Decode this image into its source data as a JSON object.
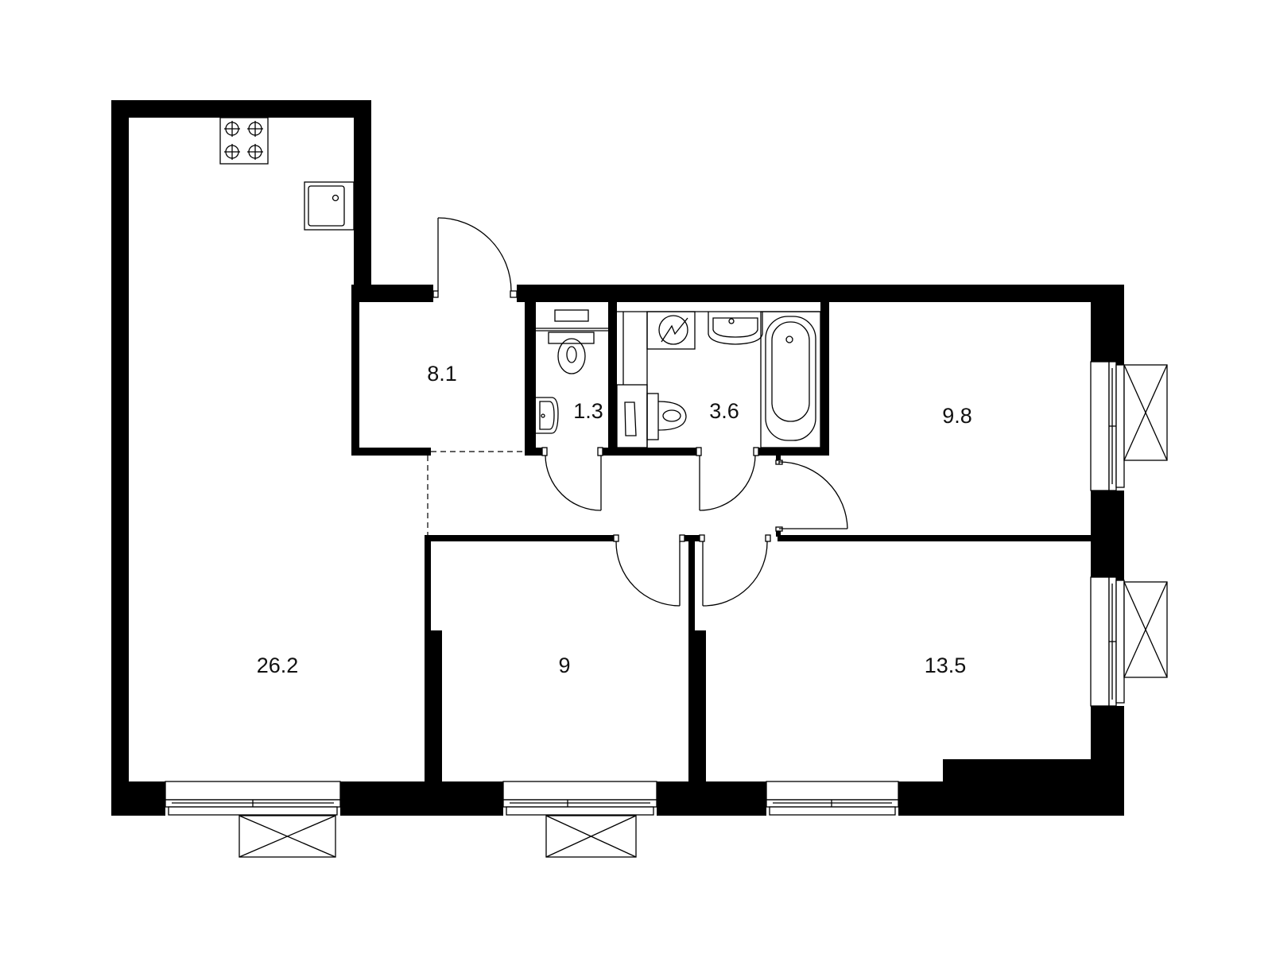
{
  "plan": {
    "type": "apartment-floor-plan",
    "units": "m²",
    "colors": {
      "wall": "#000000",
      "background": "#ffffff",
      "line": "#000000",
      "text": "#111111"
    },
    "rooms": [
      {
        "id": "kitchen-living",
        "label": "26.2",
        "area": 26.2
      },
      {
        "id": "hallway",
        "label": "8.1",
        "area": 8.1
      },
      {
        "id": "toilet",
        "label": "1.3",
        "area": 1.3
      },
      {
        "id": "bathroom",
        "label": "3.6",
        "area": 3.6
      },
      {
        "id": "bedroom-east",
        "label": "9.8",
        "area": 9.8
      },
      {
        "id": "bedroom-south",
        "label": "9",
        "area": 9
      },
      {
        "id": "bedroom-southeast",
        "label": "13.5",
        "area": 13.5
      }
    ],
    "fixtures": [
      "stove-4-burner",
      "kitchen-sink",
      "toilet-wc",
      "wc-wash-basin",
      "washing-machine",
      "bathroom-sink",
      "bathtub",
      "bathroom-toilet"
    ],
    "windows": 5,
    "air_conditioner_units": 4,
    "doors": 6
  }
}
